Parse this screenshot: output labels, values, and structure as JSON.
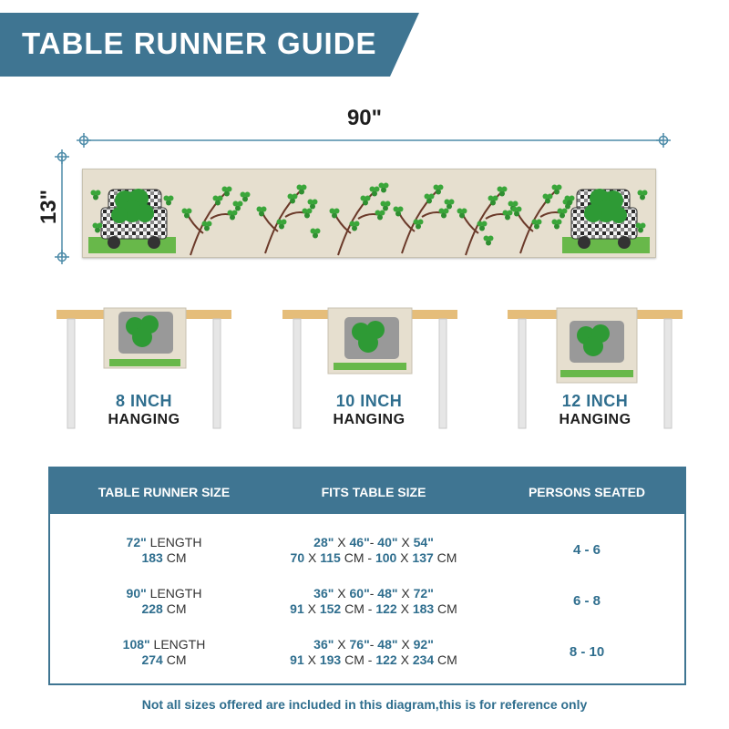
{
  "header": {
    "title": "TABLE RUNNER GUIDE"
  },
  "dimensions": {
    "width": "90\"",
    "height": "13\""
  },
  "hanging": [
    {
      "size": "8 INCH",
      "word": "HANGING"
    },
    {
      "size": "10 INCH",
      "word": "HANGING"
    },
    {
      "size": "12 INCH",
      "word": "HANGING"
    }
  ],
  "table": {
    "headers": [
      "TABLE RUNNER SIZE",
      "FITS TABLE SIZE",
      "PERSONS SEATED"
    ],
    "rows": [
      {
        "len_num": "72\"",
        "len_word": " LENGTH",
        "cm_num": "183",
        "cm_word": " CM",
        "fit1": [
          "28\"",
          " X ",
          "46\"",
          "- ",
          "40\"",
          " X ",
          "54\""
        ],
        "fit2": [
          "70",
          " X ",
          "115",
          " CM - ",
          "100",
          " X ",
          "137",
          " CM"
        ],
        "persons": "4 - 6"
      },
      {
        "len_num": "90\"",
        "len_word": " LENGTH",
        "cm_num": "228",
        "cm_word": " CM",
        "fit1": [
          "36\"",
          " X ",
          "60\"",
          "- ",
          "48\"",
          " X ",
          "72\""
        ],
        "fit2": [
          "91",
          " X ",
          "152",
          " CM - ",
          "122",
          " X ",
          "183",
          " CM"
        ],
        "persons": "6 - 8"
      },
      {
        "len_num": "108\"",
        "len_word": " LENGTH",
        "cm_num": "274",
        "cm_word": " CM",
        "fit1": [
          "36\"",
          " X ",
          "76\"",
          "- ",
          "48\"",
          " X ",
          "92\""
        ],
        "fit2": [
          "91",
          " X ",
          "193",
          " CM - ",
          "122",
          " X ",
          "234",
          " CM"
        ],
        "persons": "8 - 10"
      }
    ]
  },
  "footnote": "Not all sizes offered are included in this diagram,this is for reference only",
  "colors": {
    "brand": "#3f7592",
    "accent_text": "#2f6e8e",
    "clover": "#3aa63a",
    "linen": "#e6dfcf",
    "wood": "#e5bd7a"
  }
}
